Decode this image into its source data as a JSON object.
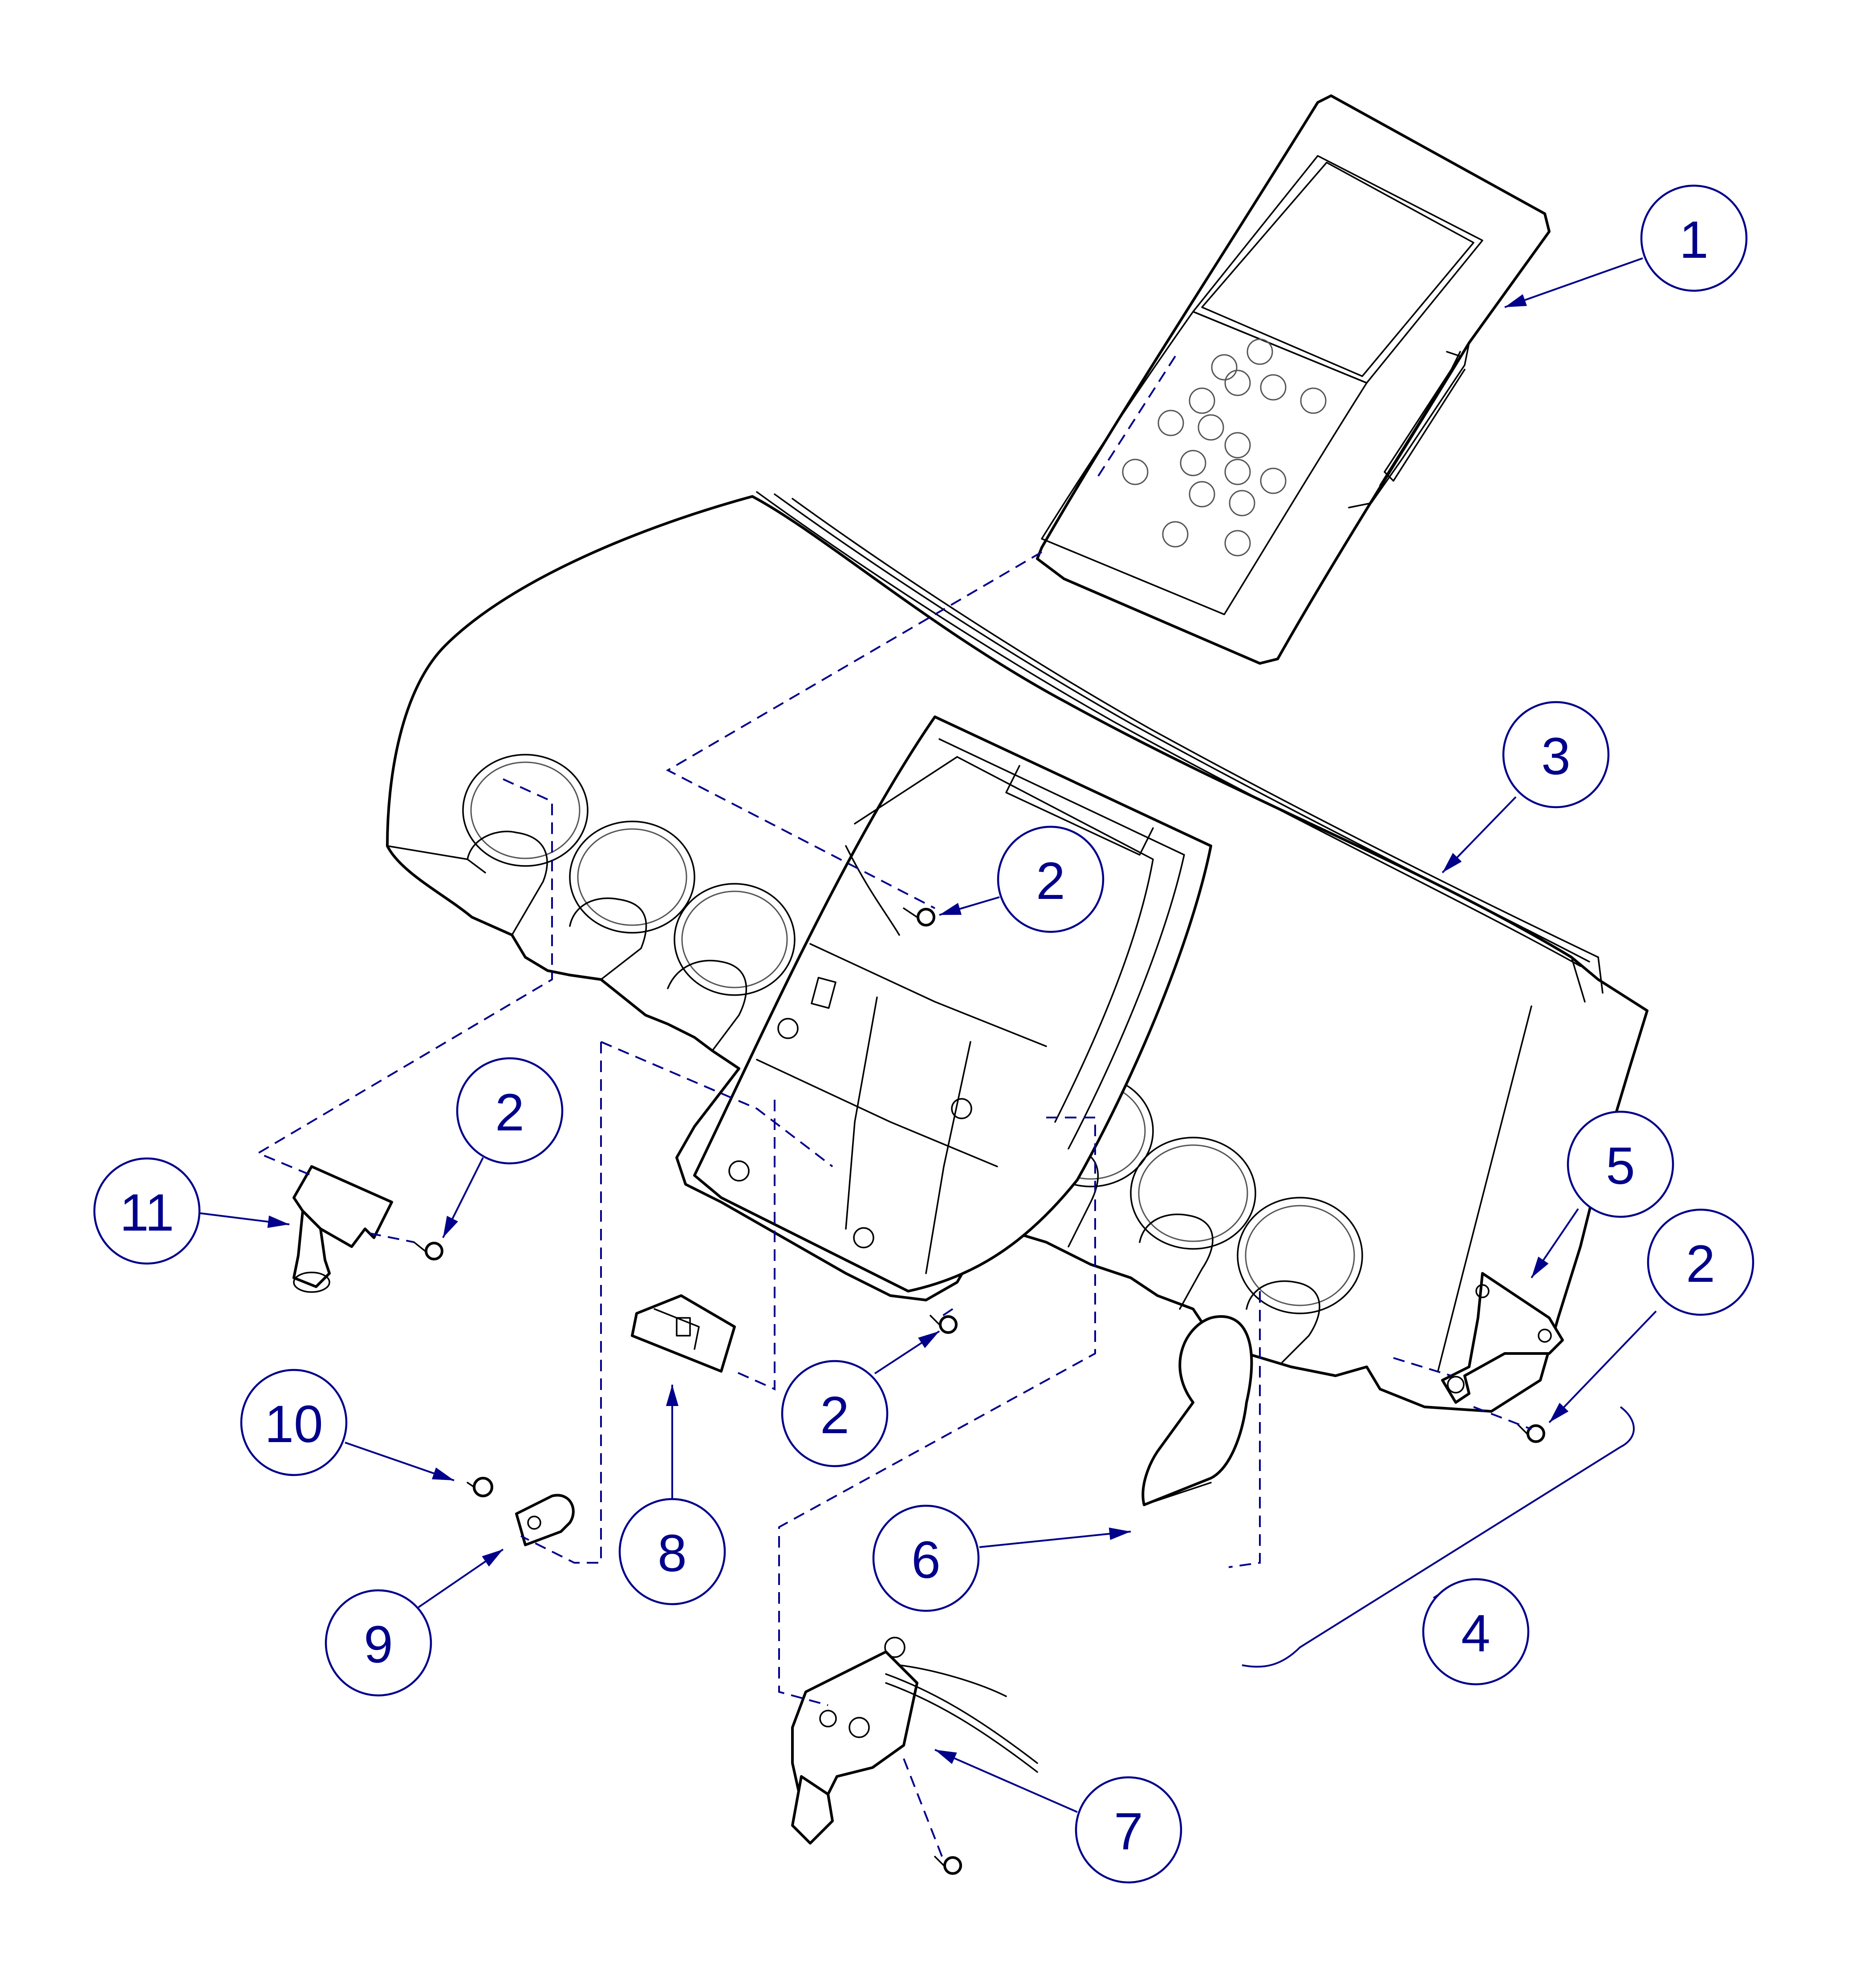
{
  "diagram": {
    "line_color": "#000000",
    "callout_color": "#00008B",
    "callouts": [
      {
        "id": "c1",
        "label": "1",
        "part": "control-panel-icon"
      },
      {
        "id": "c2a",
        "label": "2",
        "part": "screw-icon"
      },
      {
        "id": "c2b",
        "label": "2",
        "part": "screw-icon"
      },
      {
        "id": "c2c",
        "label": "2",
        "part": "screw-icon"
      },
      {
        "id": "c2d",
        "label": "2",
        "part": "screw-icon"
      },
      {
        "id": "c3",
        "label": "3",
        "part": "instrument-tray-housing-icon"
      },
      {
        "id": "c4",
        "label": "4",
        "part": "holder-assembly-bracket"
      },
      {
        "id": "c5",
        "label": "5",
        "part": "mounting-plate-icon"
      },
      {
        "id": "c6",
        "label": "6",
        "part": "holder-cup-icon"
      },
      {
        "id": "c7",
        "label": "7",
        "part": "valve-block-icon"
      },
      {
        "id": "c8",
        "label": "8",
        "part": "switch-module-icon"
      },
      {
        "id": "c9",
        "label": "9",
        "part": "cable-clip-icon"
      },
      {
        "id": "c10",
        "label": "10",
        "part": "screw-icon"
      },
      {
        "id": "c11",
        "label": "11",
        "part": "hose-holder-bracket-icon"
      }
    ]
  }
}
